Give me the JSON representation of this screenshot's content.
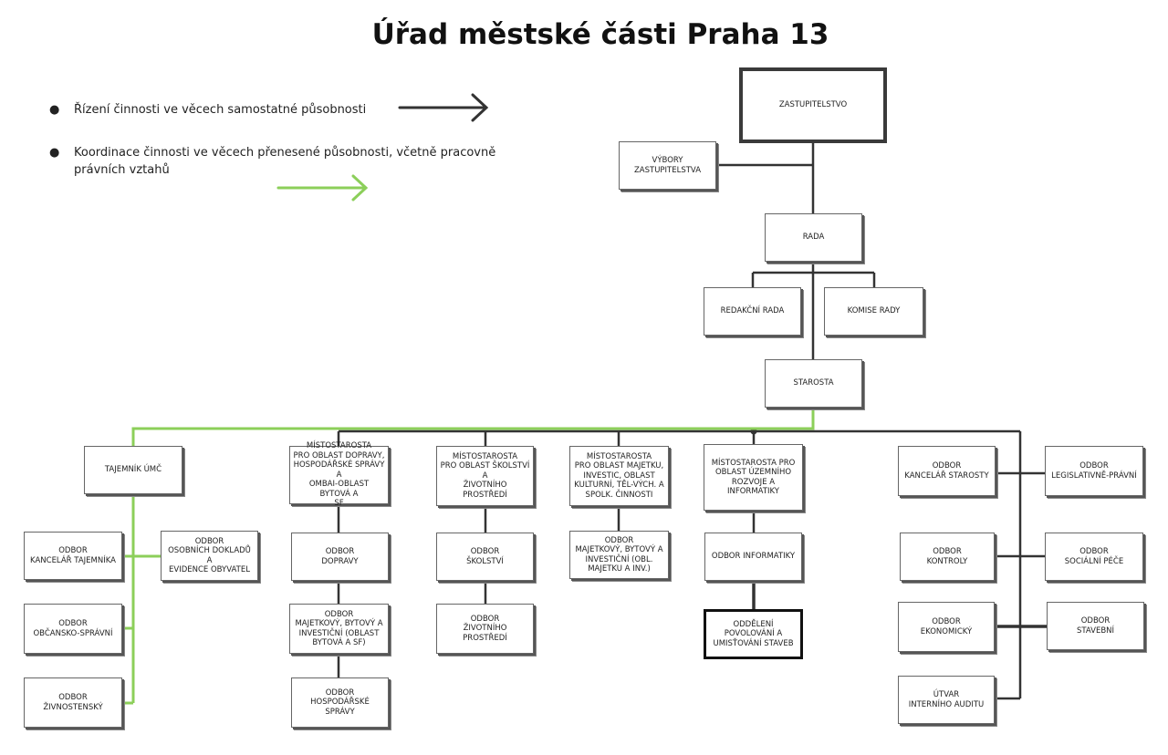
{
  "page_title": "Úřad městské části Praha 13",
  "legend": {
    "dark_label": "Řízení činnosti ve věcech samostatné působnosti",
    "green_label": "Koordinace činnosti ve věcech přenesené působnosti, včetně pracovně právních vztahů"
  },
  "colors": {
    "dark": "#333333",
    "green": "#8ccf5a"
  },
  "nodes": {
    "zastupitelstvo": "ZASTUPITELSTVO",
    "vybory": "VÝBORY ZASTUPITELSTVA",
    "rada": "RADA",
    "redakcni_rada": "REDAKČNÍ RADA",
    "komise_rady": "KOMISE RADY",
    "starosta": "STAROSTA",
    "tajemnik": "TAJEMNÍK ÚMČ",
    "mist_doprava": "MÍSTOSTAROSTA\nPRO OBLAST DOPRAVY,\nHOSPODÁŘSKÉ SPRÁVY A\nOMBAI-OBLAST BYTOVÁ A\nSF",
    "mist_skolstvi": "MÍSTOSTAROSTA\nPRO OBLAST ŠKOLSTVÍ A\nŽIVOTNÍHO PROSTŘEDÍ",
    "mist_majetek": "MÍSTOSTAROSTA\nPRO OBLAST MAJETKU,\nINVESTIC, OBLAST\nKULTURNÍ, TĚL-VÝCH. A\nSPOLK. ČINNOSTI",
    "mist_uzemni": "MÍSTOSTAROSTA PRO\nOBLAST ÚZEMNÍHO\nROZVOJE A INFORMATIKY",
    "kancelar_starosty": "ODBOR\nKANCELÁŘ STAROSTY",
    "legislativne": "ODBOR\nLEGISLATIVNĚ-PRÁVNÍ",
    "kancelar_tajemnika": "ODBOR\nKANCELÁŘ TAJEMNÍKA",
    "osobni_doklady": "ODBOR\nOSOBNÍCH DOKLADŮ A\nEVIDENCE OBYVATEL",
    "obcansko": "ODBOR\nOBČANSKO-SPRÁVNÍ",
    "zivnostensky": "ODBOR\nŽIVNOSTENSKÝ",
    "dopravy": "ODBOR\nDOPRAVY",
    "majetkovy_byt": "ODBOR\nMAJETKOVÝ, BYTOVÝ A\nINVESTIČNÍ (OBLAST\nBYTOVÁ A SF)",
    "hospodarske": "ODBOR\nHOSPODÁŘSKÉ SPRÁVY",
    "skolstvi": "ODBOR\nŠKOLSTVÍ",
    "zivotni": "ODBOR\nŽIVOTNÍHO PROSTŘEDÍ",
    "majetkovy_inv": "ODBOR\nMAJETKOVÝ, BYTOVÝ A\nINVESTIČNÍ (OBL.\nMAJETKU A INV.)",
    "informatiky": "ODBOR INFORMATIKY",
    "povolovani": "ODDĚLENÍ POVOLOVÁNÍ A\nUMISŤOVÁNÍ STAVEB",
    "kontroly": "ODBOR\nKONTROLY",
    "socialni": "ODBOR\nSOCIÁLNÍ PÉČE",
    "ekonomicky": "ODBOR\nEKONOMICKÝ",
    "stavebni": "ODBOR\nSTAVEBNÍ",
    "audit": "ÚTVAR\nINTERNÍHO AUDITU"
  }
}
